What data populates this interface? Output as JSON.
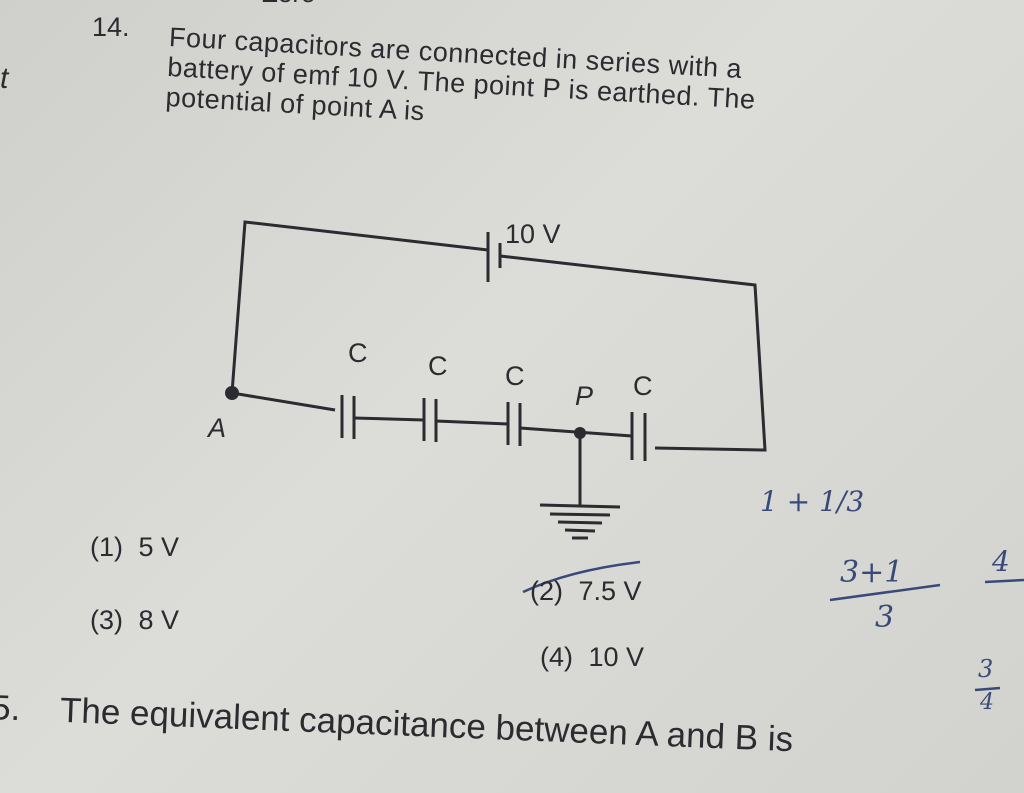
{
  "previous_fragment": {
    "text": "Zero",
    "margin_letter": "t"
  },
  "question14": {
    "number": "14.",
    "lines": [
      "Four capacitors are connected in series with a",
      "battery of emf 10 V. The point P is earthed. The",
      "potential of point A is"
    ],
    "circuit": {
      "battery_label": "10 V",
      "capacitor_label": "C",
      "point_a_label": "A",
      "point_p_label": "P"
    },
    "options": [
      {
        "label": "(1)",
        "value": "5 V"
      },
      {
        "label": "(2)",
        "value": "7.5 V"
      },
      {
        "label": "(3)",
        "value": "8 V"
      },
      {
        "label": "(4)",
        "value": "10 V"
      }
    ]
  },
  "handwritten": {
    "line1": "1 + 1/3",
    "frac_num": "3+1",
    "frac_den": "3",
    "result_num": "4",
    "result2_num": "3",
    "result2_den": "4"
  },
  "question15": {
    "number": "5.",
    "text": "The equivalent capacitance between A and B is"
  }
}
